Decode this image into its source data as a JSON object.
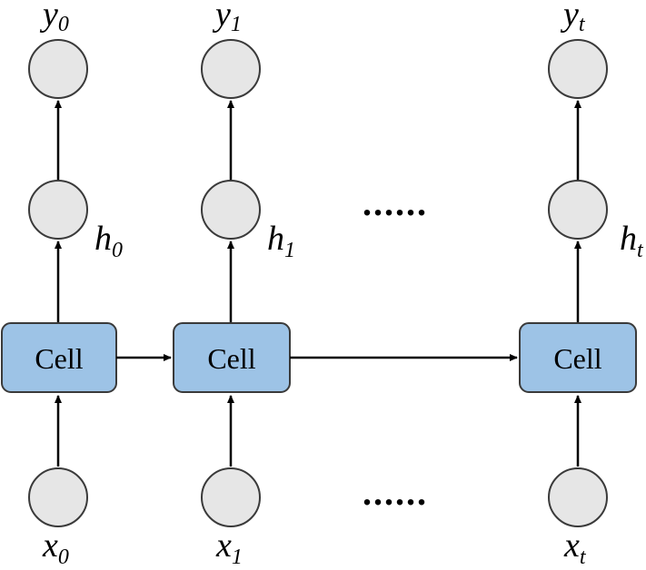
{
  "cells": [
    "Cell",
    "Cell",
    "Cell"
  ],
  "columns": [
    {
      "y": {
        "base": "y",
        "sub": "0"
      },
      "h": {
        "base": "h",
        "sub": "0"
      },
      "x": {
        "base": "x",
        "sub": "0"
      }
    },
    {
      "y": {
        "base": "y",
        "sub": "1"
      },
      "h": {
        "base": "h",
        "sub": "1"
      },
      "x": {
        "base": "x",
        "sub": "1"
      }
    },
    {
      "y": {
        "base": "y",
        "sub": "t"
      },
      "h": {
        "base": "h",
        "sub": "t"
      },
      "x": {
        "base": "x",
        "sub": "t"
      }
    }
  ],
  "ellipsis": "......",
  "colors": {
    "cell_fill": "#9dc3e6",
    "node_fill": "#e6e6e6",
    "stroke": "#3a3a3a"
  }
}
